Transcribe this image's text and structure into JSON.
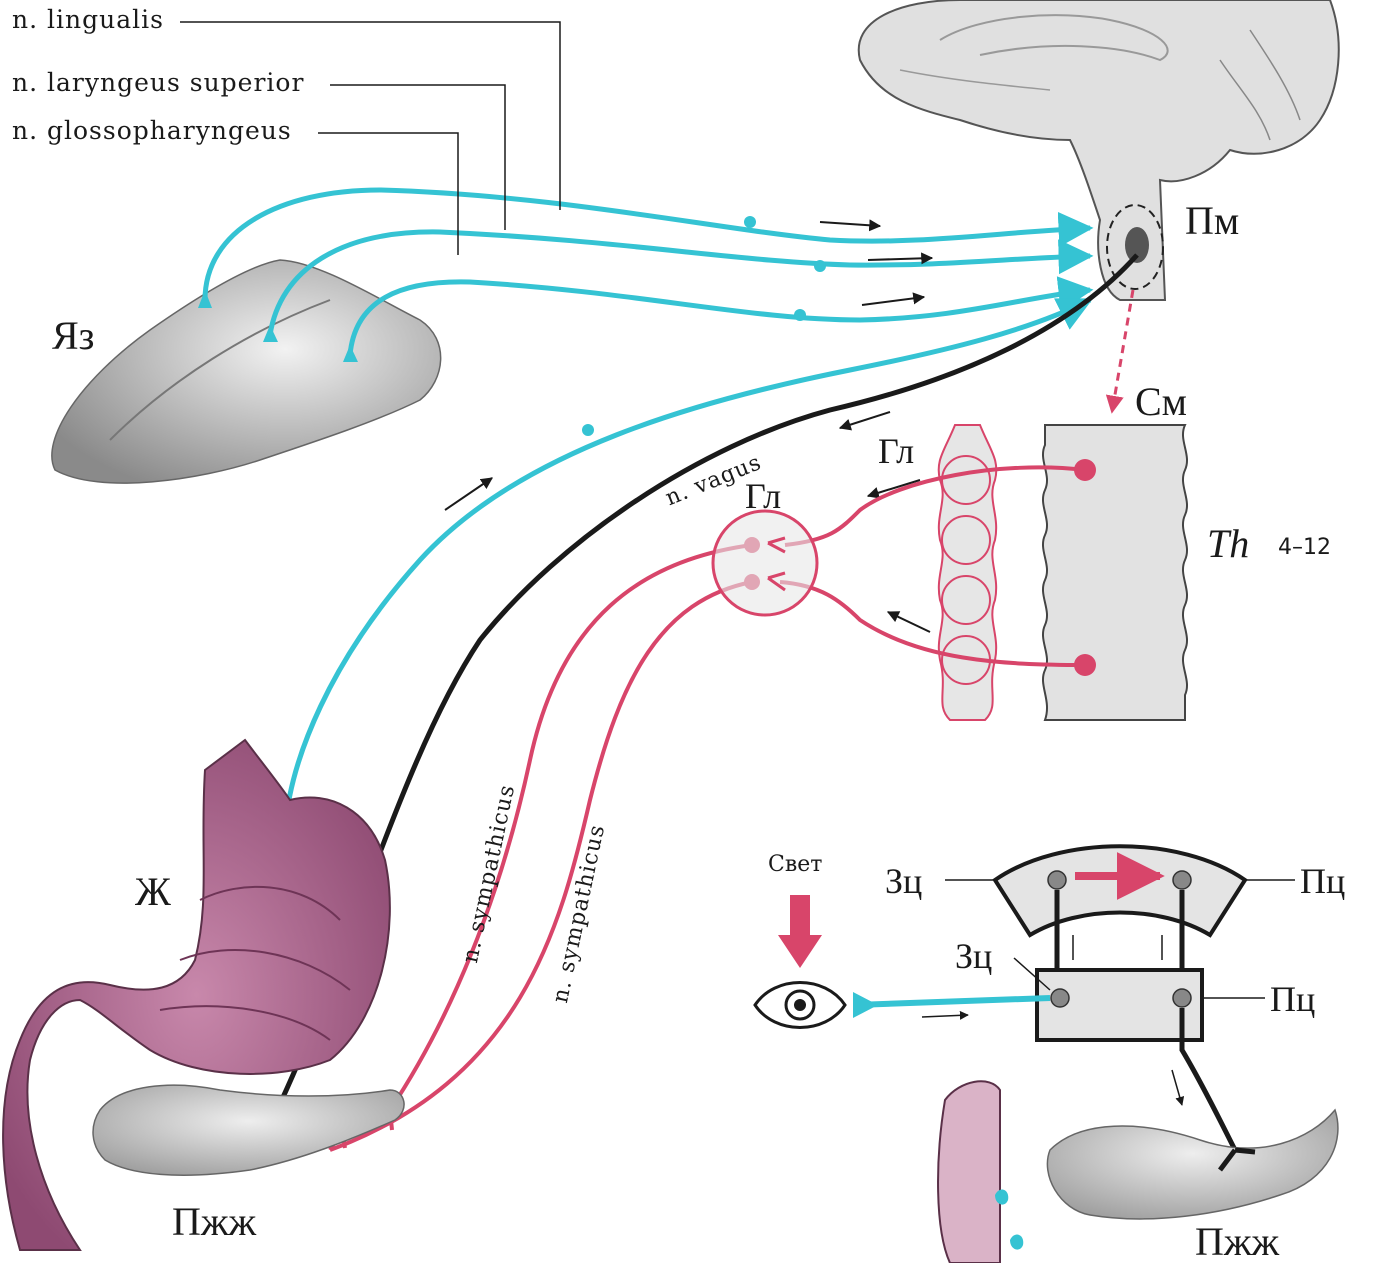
{
  "nerves": {
    "lingualis": "n. lingualis",
    "laryngeus_superior": "n. laryngeus superior",
    "glossopharyngeus": "n. glossopharyngeus",
    "vagus": "n. vagus",
    "sympathicus_1": "n. sympathicus",
    "sympathicus_2": "n. sympathicus"
  },
  "organs": {
    "tongue": "Яз",
    "medulla": "Пм",
    "spinal_cord": "См",
    "ganglion_upper": "Гл",
    "ganglion_main": "Гл",
    "thoracic": "Th",
    "thoracic_range": "4–12",
    "stomach": "Ж",
    "pancreas_main": "Пжж",
    "pancreas_inset": "Пжж"
  },
  "inset": {
    "light": "Свет",
    "cond_center_top": "Зц",
    "uncond_center_top": "Пц",
    "cond_center_bottom": "Зц",
    "uncond_center_bottom": "Пц"
  },
  "colors": {
    "afferent": "#35c3d3",
    "sympathetic": "#d8456a",
    "vagus": "#1a1a1a",
    "organ_gray": "#d8d8d8",
    "stomach": "#b5678f"
  }
}
